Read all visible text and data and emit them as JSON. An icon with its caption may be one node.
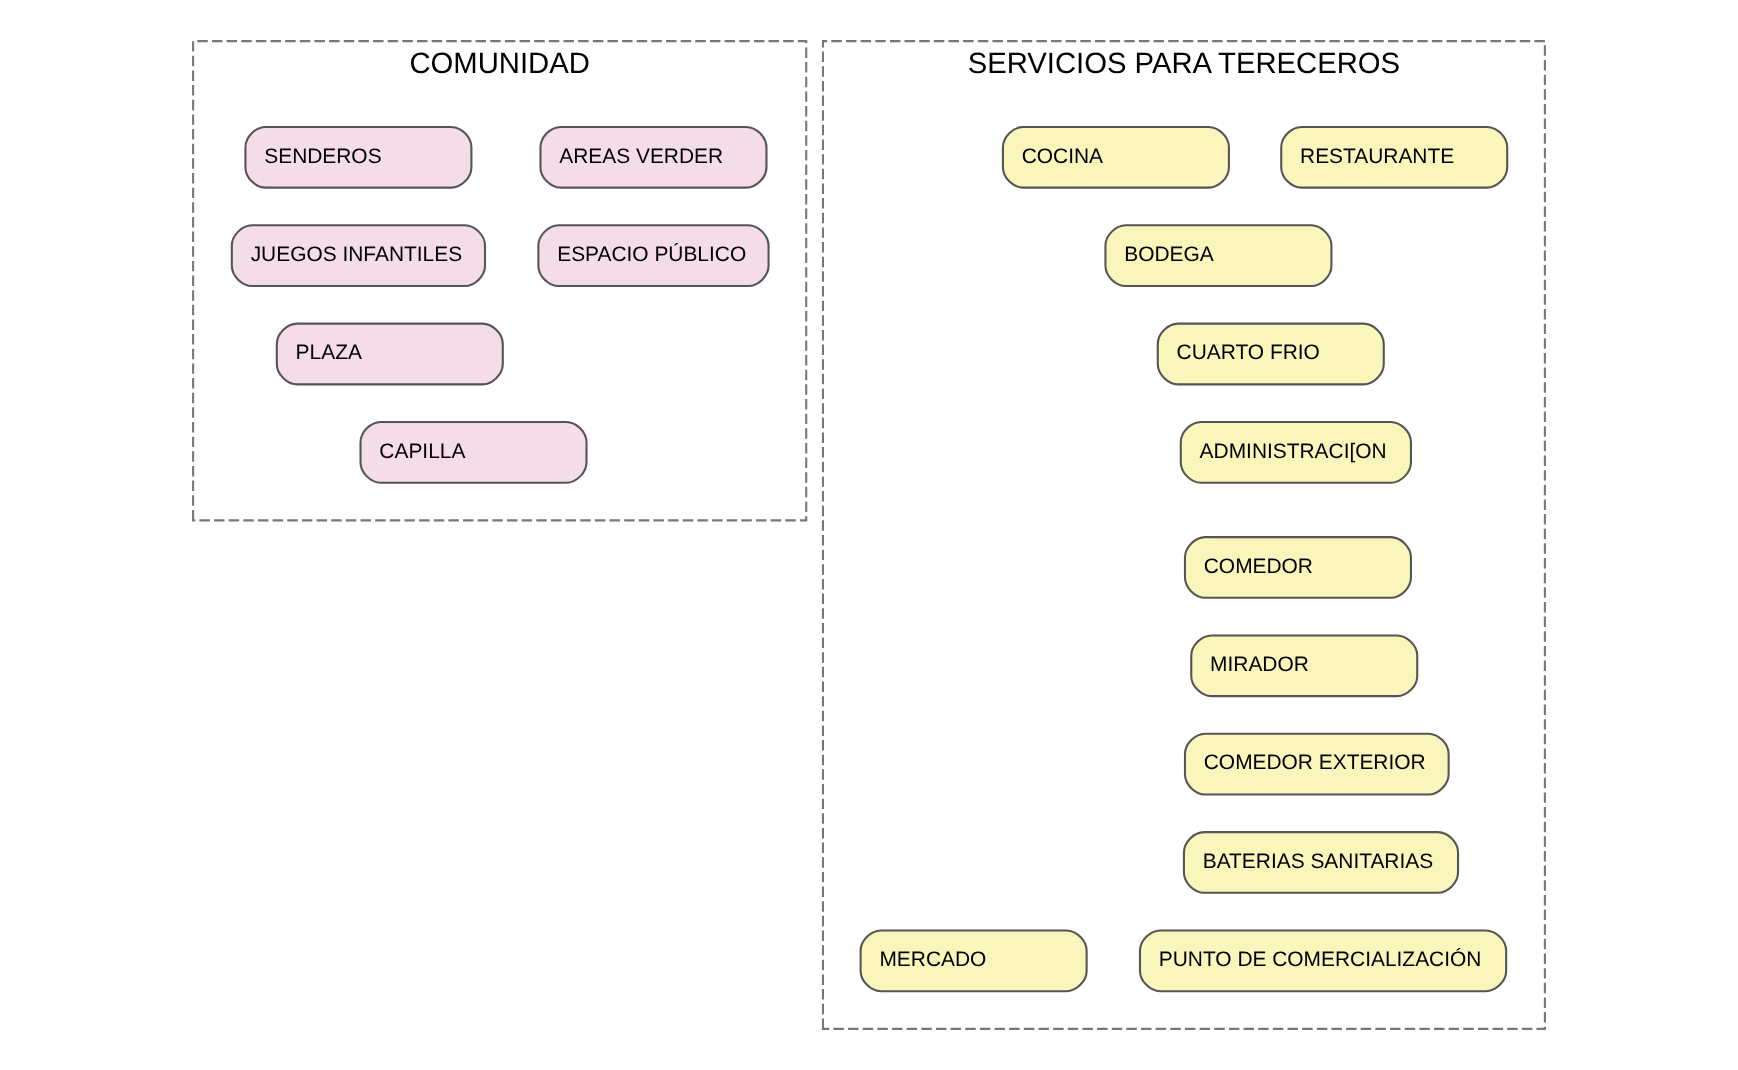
{
  "diagram": {
    "nodes": [
      {
        "text": [
          "COMUNIDAD"
        ]
      },
      {
        "text": [
          "AREAS VERDER"
        ],
        "in": 0
      },
      {
        "text": [
          "SENDEROS"
        ],
        "in": 0
      },
      {
        "text": [
          "ESPACIO PÚBLICO"
        ],
        "in": 0
      },
      {
        "text": [
          "JUEGOS INFANTILES"
        ],
        "in": 0
      },
      {
        "text": [
          "PLAZA"
        ],
        "in": 0
      },
      {
        "text": [
          "CAPILLA"
        ],
        "in": 0
      },
      {
        "text": [
          "SERVICIOS PARA TERECEROS"
        ]
      },
      {
        "text": [
          "RESTAURANTE"
        ],
        "in": 7
      },
      {
        "text": [
          "COCINA"
        ],
        "in": 7
      },
      {
        "text": [
          "BODEGA"
        ],
        "in": 7
      },
      {
        "text": [
          "CUARTO FRIO"
        ],
        "in": 7
      },
      {
        "text": [
          "ADMINISTRACI[ON"
        ],
        "in": 7
      },
      {
        "text": [
          "COMEDOR"
        ],
        "in": 7
      },
      {
        "text": [
          "MIRADOR"
        ],
        "in": 7
      },
      {
        "text": [
          "COMEDOR EXTERIOR"
        ],
        "in": 7
      },
      {
        "text": [
          "BATERIAS SANITARIAS"
        ],
        "in": 7
      },
      {
        "text": [
          "PUNTO DE COMERCIALIZACIÓN"
        ],
        "in": 7
      },
      {
        "text": [
          "MERCADO"
        ],
        "in": 7
      }
    ],
    "edges": []
  }
}
